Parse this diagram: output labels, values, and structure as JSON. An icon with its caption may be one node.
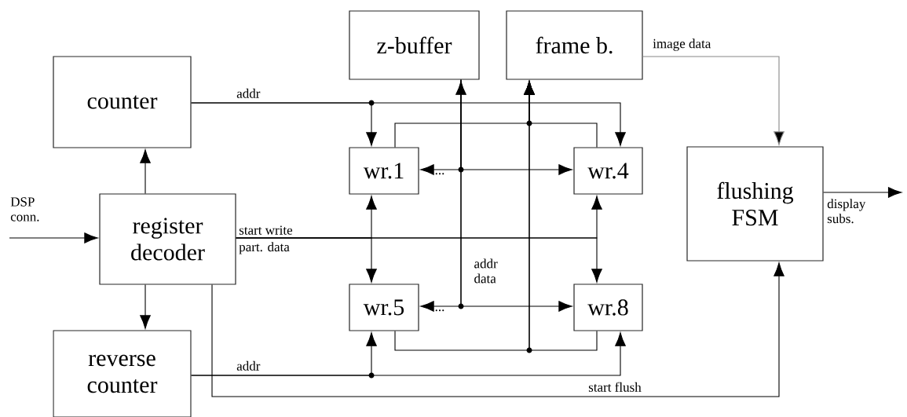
{
  "diagram": {
    "nodes": [
      {
        "text": [
          "counter"
        ]
      },
      {
        "text": [
          "z-buffer"
        ]
      },
      {
        "text": [
          "frame b."
        ]
      },
      {
        "text": [
          "register decoder"
        ]
      },
      {
        "text": [
          "wr.1"
        ]
      },
      {
        "text": [
          "wr.4"
        ]
      },
      {
        "text": [
          "flushing FSM"
        ]
      },
      {
        "text": [
          "wr.5"
        ]
      },
      {
        "text": [
          "wr.8"
        ]
      },
      {
        "text": [
          "reverse counter"
        ]
      }
    ],
    "edges": [
      {
        "from": 3,
        "to": 0,
        "arrow": "to"
      },
      {
        "from": 3,
        "to": 9,
        "arrow": "to"
      },
      {
        "from": null,
        "to": 3,
        "arrow": "to",
        "label": "DSP conn."
      },
      {
        "from": 6,
        "to": null,
        "arrow": "to",
        "label": "display subs."
      },
      {
        "from": 2,
        "to": 6,
        "arrow": "to",
        "label": "image data",
        "color": "#888888"
      },
      {
        "from": 0,
        "to": 4,
        "arrow": "to",
        "label": "addr"
      },
      {
        "from": 0,
        "to": 5,
        "arrow": "to"
      },
      {
        "from": 9,
        "to": 7,
        "arrow": "to",
        "label": "addr"
      },
      {
        "from": 9,
        "to": 8,
        "arrow": "to"
      },
      {
        "from": 3,
        "to": 4,
        "arrow": "to",
        "label": "start write"
      },
      {
        "from": 3,
        "to": 7,
        "arrow": "to",
        "label": "part. data"
      },
      {
        "from": 3,
        "to": 5,
        "arrow": "to"
      },
      {
        "from": 3,
        "to": 8,
        "arrow": "to"
      },
      {
        "from": 3,
        "to": 6,
        "arrow": "to",
        "label": "start flush"
      },
      {
        "from": 1,
        "to": 4,
        "arrow": "both"
      },
      {
        "from": 1,
        "to": 5,
        "arrow": "to"
      },
      {
        "from": 1,
        "to": 7,
        "arrow": "to",
        "label": "addr data"
      },
      {
        "from": 1,
        "to": 8,
        "arrow": "to"
      },
      {
        "from": 4,
        "to": 2,
        "arrow": "to"
      },
      {
        "from": 5,
        "to": 2,
        "arrow": "to"
      },
      {
        "from": 7,
        "to": 2,
        "arrow": "to"
      },
      {
        "from": 8,
        "to": 2,
        "arrow": "to"
      }
    ],
    "labels": [
      "...",
      "..."
    ]
  }
}
